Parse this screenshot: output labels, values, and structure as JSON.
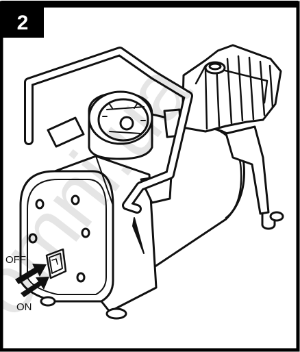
{
  "figure": {
    "step_number": "2",
    "labels": {
      "off": "OFF",
      "on": "ON"
    },
    "watermark_text": "omni.ua"
  },
  "colors": {
    "frame": "#000000",
    "badge": "#000000",
    "badge_text": "#ffffff",
    "line_art": "#111111",
    "fill": "#ffffff",
    "watermark": "#000000"
  }
}
